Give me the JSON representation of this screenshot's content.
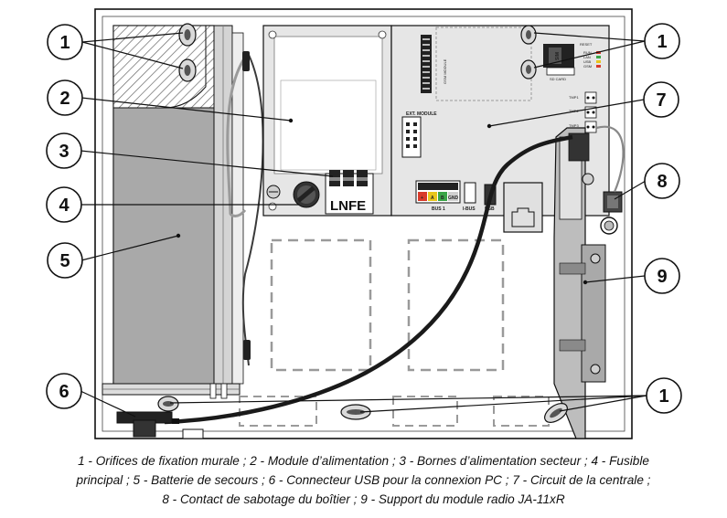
{
  "callouts": {
    "c1a": "1",
    "c1b": "1",
    "c1c": "1",
    "c2": "2",
    "c3": "3",
    "c4": "4",
    "c5": "5",
    "c6": "6",
    "c7": "7",
    "c8": "8",
    "c9": "9"
  },
  "board_labels": {
    "fuse_label": "LNFE",
    "bus_label": "BUS 1",
    "ibus_label": "I-BUS",
    "usb_label": "USB",
    "ext_module_label": "EXT. MODULE",
    "gsm_module_label": "GSM MODULE",
    "sd_card_label": "SD CARD",
    "sim_label": "SIM",
    "reset_label": "RESET",
    "tmp1_label": "TMP1",
    "tmp2_label": "TMP2",
    "tmp3_label": "TMP3",
    "led_labels": [
      "RUN",
      "LAN",
      "USB",
      "GSM"
    ],
    "bus_terminals": [
      "+",
      "A",
      "B",
      "GND"
    ]
  },
  "caption": {
    "line1": "1 - Orifices de fixation murale ; 2 - Module d’alimentation ; 3 - Bornes d’alimentation secteur ; 4 - Fusible",
    "line2": "principal ; 5 - Batterie de secours ; 6 - Connecteur USB pour la connexion PC ; 7 - Circuit de la centrale ;",
    "line3": "8 - Contact de sabotage du boîtier ; 9 - Support du module radio JA-11xR"
  },
  "colors": {
    "outline": "#111111",
    "panel_gray": "#e6e6e6",
    "battery_gray": "#a9a9a9",
    "dashed_gray": "#9a9a9a",
    "cable": "#1a1a1a",
    "terminal_red": "#d83a2a",
    "terminal_yellow": "#e8c51c",
    "terminal_green": "#3aa447"
  }
}
